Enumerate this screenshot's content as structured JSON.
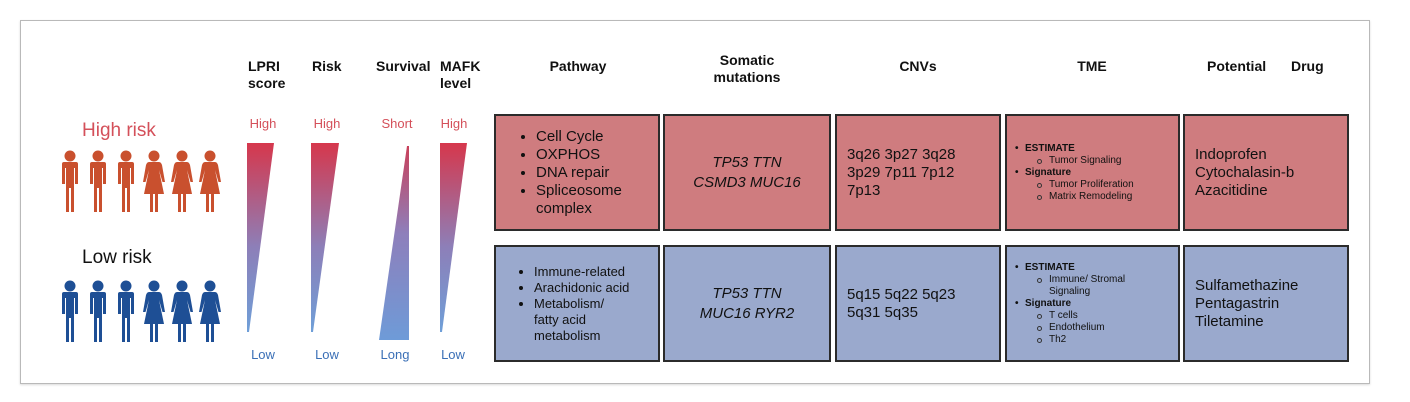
{
  "headers": {
    "lpri_line1": "LPRI",
    "lpri_line2": "score",
    "risk": "Risk",
    "survival": "Survival",
    "mafk_line1": "MAFK",
    "mafk_line2": "level",
    "pathway": "Pathway",
    "somatic_line1": "Somatic",
    "somatic_line2": "mutations",
    "cnvs": "CNVs",
    "tme": "TME",
    "potential": "Potential",
    "drug": "Drug"
  },
  "groups": {
    "high_risk": "High risk",
    "low_risk": "Low risk"
  },
  "gradients": {
    "lpri": {
      "top": "High",
      "bottom": "Low"
    },
    "risk": {
      "top": "High",
      "bottom": "Low"
    },
    "survival": {
      "top": "Short",
      "bottom": "Long"
    },
    "mafk": {
      "top": "High",
      "bottom": "Low"
    }
  },
  "high": {
    "pathway": [
      "Cell Cycle",
      "OXPHOS",
      "DNA repair",
      "Spliceosome complex"
    ],
    "mutations": [
      "TP53 TTN",
      "CSMD3 MUC16"
    ],
    "cnvs": [
      "3q26 3p27 3q28",
      "3p29 7p11 7p12",
      "7p13"
    ],
    "tme": {
      "estimate": "ESTIMATE",
      "estimate_items": [
        "Tumor Signaling"
      ],
      "signature": "Signature",
      "signature_items": [
        "Tumor Proliferation",
        "Matrix Remodeling"
      ]
    },
    "drugs": [
      "Indoprofen",
      "Cytochalasin-b",
      "Azacitidine"
    ]
  },
  "low": {
    "pathway": [
      "Immune-related",
      "Arachidonic acid",
      "Metabolism/ fatty acid metabolism"
    ],
    "mutations": [
      "TP53 TTN",
      "MUC16 RYR2"
    ],
    "cnvs": [
      "5q15 5q22 5q23",
      "5q31 5q35"
    ],
    "tme": {
      "estimate": "ESTIMATE",
      "estimate_items": [
        "Immune/ Stromal Signaling"
      ],
      "signature": "Signature",
      "signature_items": [
        "T cells",
        "Endothelium",
        "Th2"
      ]
    },
    "drugs": [
      "Sulfamethazine",
      "Pentagastrin",
      "Tiletamine"
    ]
  },
  "colors": {
    "high_red": "#d4505a",
    "low_blue": "#3a6fb6",
    "high_box": "#cf7c7f",
    "low_box": "#9aa9cd",
    "people_red": "#c9502e",
    "people_blue": "#1e4f95"
  }
}
